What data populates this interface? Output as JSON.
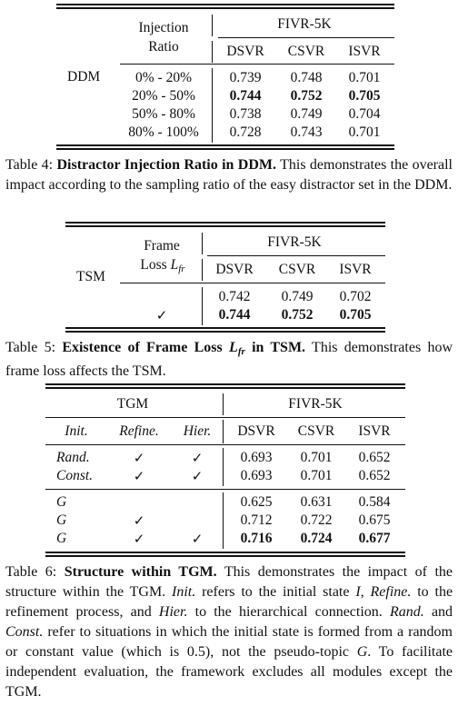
{
  "table4": {
    "group_label": "DDM",
    "col_header_1": "Injection",
    "col_header_2": "Ratio",
    "dataset": "FIVR-5K",
    "metrics": [
      "DSVR",
      "CSVR",
      "ISVR"
    ],
    "rows": [
      {
        "ratio": "0% - 20%",
        "dsvr": "0.739",
        "csvr": "0.748",
        "isvr": "0.701"
      },
      {
        "ratio": "20% - 50%",
        "dsvr": "0.744",
        "csvr": "0.752",
        "isvr": "0.705"
      },
      {
        "ratio": "50% - 80%",
        "dsvr": "0.738",
        "csvr": "0.749",
        "isvr": "0.704"
      },
      {
        "ratio": "80% - 100%",
        "dsvr": "0.728",
        "csvr": "0.743",
        "isvr": "0.701"
      }
    ],
    "caption_label": "Table 4:",
    "caption_title": "Distractor Injection Ratio in DDM.",
    "caption_text": "This demonstrates the overall impact according to the sampling ratio of the easy distractor set in the DDM."
  },
  "table5": {
    "group_label": "TSM",
    "col_header_1": "Frame",
    "col_header_2": "Loss",
    "loss_symbol": "L",
    "loss_sub": "fr",
    "dataset": "FIVR-5K",
    "metrics": [
      "DSVR",
      "CSVR",
      "ISVR"
    ],
    "rows": [
      {
        "check": "",
        "dsvr": "0.742",
        "csvr": "0.749",
        "isvr": "0.702"
      },
      {
        "check": "✓",
        "dsvr": "0.744",
        "csvr": "0.752",
        "isvr": "0.705"
      }
    ],
    "caption_label": "Table 5:",
    "caption_title_a": "Existence of Frame Loss",
    "caption_title_b": "in TSM.",
    "caption_text": "This demonstrates how frame loss affects the TSM."
  },
  "table6": {
    "group_label": "TGM",
    "dataset": "FIVR-5K",
    "sub_headers": [
      "Init.",
      "Refine.",
      "Hier."
    ],
    "metrics": [
      "DSVR",
      "CSVR",
      "ISVR"
    ],
    "block1": [
      {
        "init": "Rand.",
        "refine": "✓",
        "hier": "✓",
        "dsvr": "0.693",
        "csvr": "0.701",
        "isvr": "0.652"
      },
      {
        "init": "Const.",
        "refine": "✓",
        "hier": "✓",
        "dsvr": "0.693",
        "csvr": "0.701",
        "isvr": "0.652"
      }
    ],
    "block2": [
      {
        "init": "G",
        "refine": "",
        "hier": "",
        "dsvr": "0.625",
        "csvr": "0.631",
        "isvr": "0.584"
      },
      {
        "init": "G",
        "refine": "✓",
        "hier": "",
        "dsvr": "0.712",
        "csvr": "0.722",
        "isvr": "0.675"
      },
      {
        "init": "G",
        "refine": "✓",
        "hier": "✓",
        "dsvr": "0.716",
        "csvr": "0.724",
        "isvr": "0.677"
      }
    ],
    "caption_label": "Table 6:",
    "caption_title": "Structure within TGM.",
    "caption_p1": "This demonstrates the impact of the structure within the TGM.",
    "cap_init": "Init.",
    "cap_p2": "refers to the initial state",
    "cap_I": "I",
    "cap_p3": ",",
    "cap_refine": "Refine.",
    "cap_p4": "to the refinement process, and",
    "cap_hier": "Hier.",
    "cap_p5": "to the hierarchical connection.",
    "cap_rand": "Rand.",
    "cap_p6": "and",
    "cap_const": "Const.",
    "cap_p7": "refer to situations in which the initial state is formed from a random or constant value (which is 0.5), not the pseudo-topic",
    "cap_G": "G",
    "cap_p8": ". To facilitate independent evaluation, the framework excludes all modules except the TGM."
  }
}
